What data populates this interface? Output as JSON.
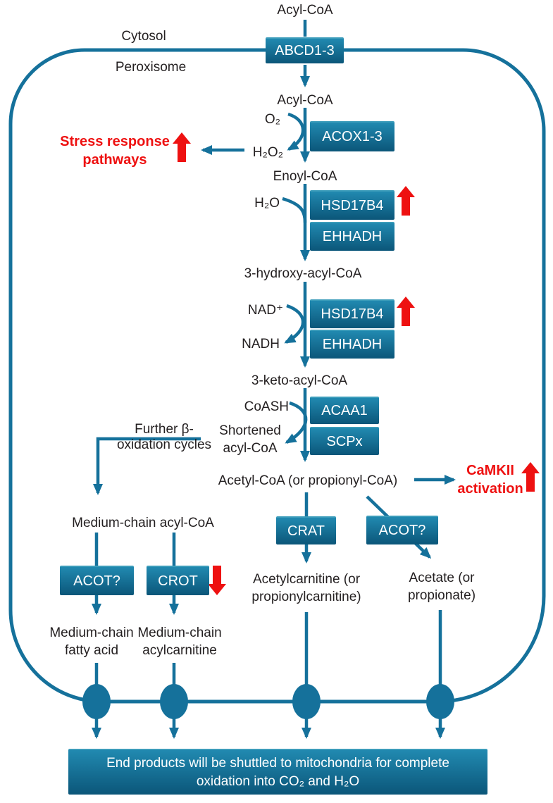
{
  "colors": {
    "teal": "#15719b",
    "box-top": "#2189b0",
    "box-bottom": "#0b5679",
    "box-border": "#3b9cba",
    "red": "#ee1111",
    "text": "#231f20"
  },
  "compartments": {
    "outside": "Cytosol",
    "inside": "Peroxisome"
  },
  "metabolites": {
    "acyl_coa_cytosol": "Acyl-CoA",
    "acyl_coa_peroxisome": "Acyl-CoA",
    "enoyl_coa": "Enoyl-CoA",
    "hydroxy_acyl_coa": "3-hydroxy-acyl-CoA",
    "keto_acyl_coa": "3-keto-acyl-CoA",
    "acetyl_coa": "Acetyl-CoA (or propionyl-CoA)",
    "medium_chain_acyl_coa": "Medium-chain acyl-CoA",
    "shortened_line1": "Shortened",
    "shortened_line2": "acyl-CoA",
    "acetylcarnitine_line1": "Acetylcarnitine (or",
    "acetylcarnitine_line2": "propionylcarnitine)",
    "acetate_line1": "Acetate (or",
    "acetate_line2": "propionate)",
    "mc_fatty_acid_line1": "Medium-chain",
    "mc_fatty_acid_line2": "fatty acid",
    "mc_acylcarnitine_line1": "Medium-chain",
    "mc_acylcarnitine_line2": "acylcarnitine"
  },
  "cofactors": {
    "o2": "O₂",
    "h2o2": "H₂O₂",
    "h2o": "H₂O",
    "nad": "NAD⁺",
    "nadh": "NADH",
    "coash": "CoASH"
  },
  "enzymes": {
    "abcd": "ABCD1-3",
    "acox": "ACOX1-3",
    "hsd17b4_1": "HSD17B4",
    "ehhadh_1": "EHHADH",
    "hsd17b4_2": "HSD17B4",
    "ehhadh_2": "EHHADH",
    "acaa1": "ACAA1",
    "scpx": "SCPx",
    "crat": "CRAT",
    "acot_right": "ACOT?",
    "acot_left": "ACOT?",
    "crot": "CROT"
  },
  "annotations": {
    "stress_line1": "Stress response",
    "stress_line2": "pathways",
    "camkii_line1": "CaMKII",
    "camkii_line2": "activation",
    "further_line1": "Further β-",
    "further_line2": "oxidation cycles"
  },
  "end_box": {
    "line1": "End products will be shuttled to mitochondria for complete",
    "line2": "oxidation into CO₂ and H₂O"
  }
}
